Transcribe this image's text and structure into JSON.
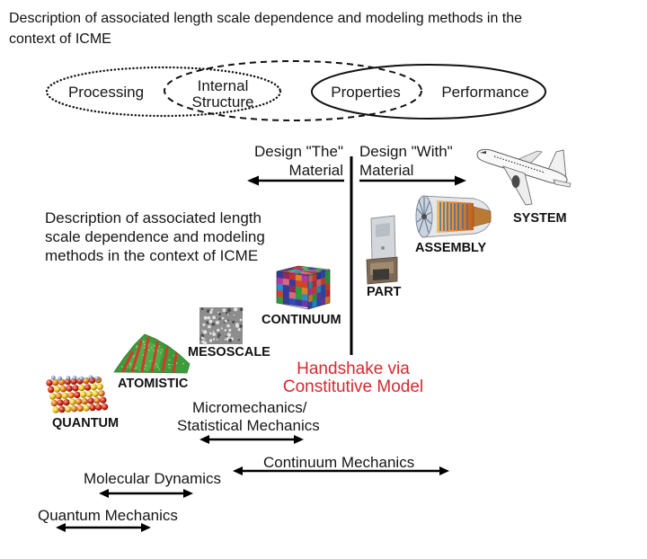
{
  "caption": {
    "lines": [
      "Description of associated length scale dependence and modeling methods in the",
      "context of ICME"
    ]
  },
  "ellipses": {
    "processing": "Processing",
    "internal_structure": [
      "Internal",
      "Structure"
    ],
    "properties": "Properties",
    "performance": "Performance"
  },
  "design": {
    "the_material": [
      "Design \"The\"",
      "Material"
    ],
    "with_material": [
      "Design \"With\"",
      "Material"
    ]
  },
  "description": {
    "lines": [
      "Description of associated length",
      "scale dependence and modeling",
      "methods in the context of ICME"
    ]
  },
  "scales": {
    "system": "SYSTEM",
    "assembly": "ASSEMBLY",
    "part": "PART",
    "continuum": "CONTINUUM",
    "mesoscale": "MESOSCALE",
    "atomistic": "ATOMISTIC",
    "quantum": "QUANTUM"
  },
  "handshake": {
    "lines": [
      "Handshake via",
      "Constitutive Model"
    ],
    "color": "#d7282f"
  },
  "methods": {
    "micromechanics": [
      "Micromechanics/",
      "Statistical Mechanics"
    ],
    "continuum_mechanics": "Continuum Mechanics",
    "molecular_dynamics": "Molecular Dynamics",
    "quantum_mechanics": "Quantum Mechanics"
  }
}
